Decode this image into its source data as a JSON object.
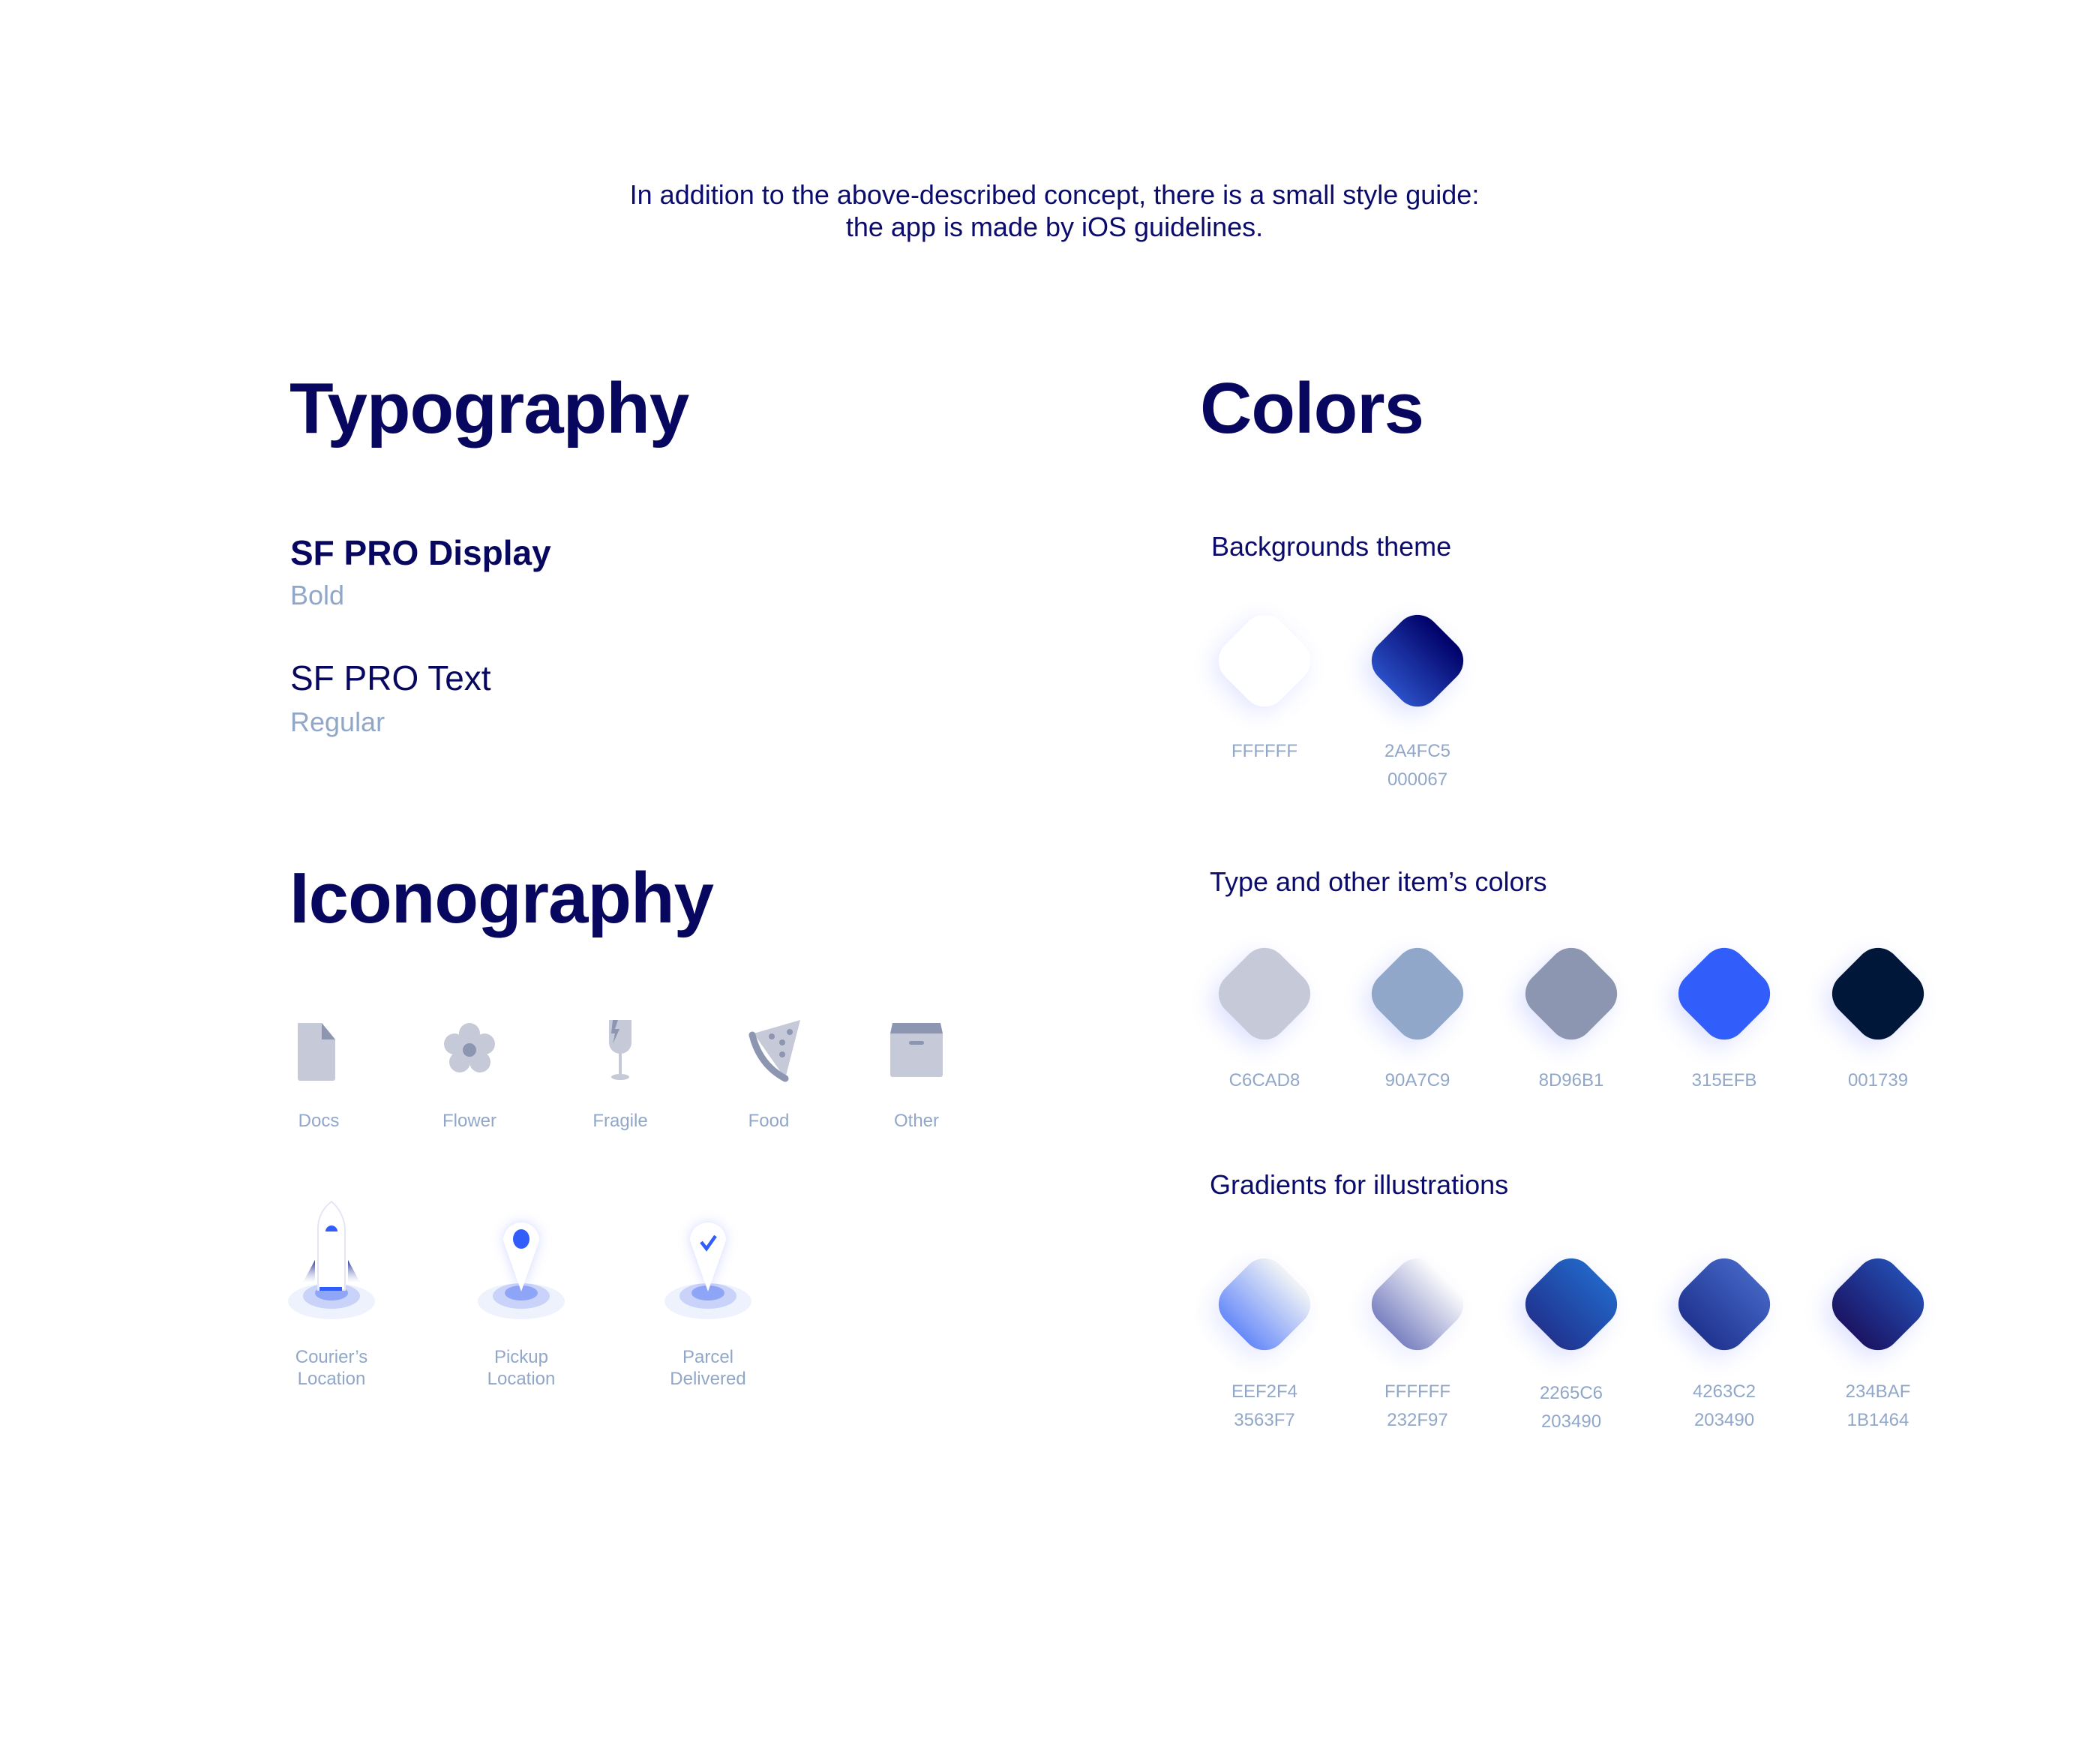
{
  "intro": {
    "line1": "In addition to the above-described concept, there is a small style guide:",
    "line2": "the app is made by iOS guidelines."
  },
  "typography": {
    "title": "Typography",
    "fonts": [
      {
        "name": "SF PRO Display",
        "weight": "Bold"
      },
      {
        "name": "SF PRO Text",
        "weight": "Regular"
      }
    ]
  },
  "iconography": {
    "title": "Iconography",
    "categories": [
      {
        "label": "Docs",
        "icon": "document-icon"
      },
      {
        "label": "Flower",
        "icon": "flower-icon"
      },
      {
        "label": "Fragile",
        "icon": "broken-glass-icon"
      },
      {
        "label": "Food",
        "icon": "pizza-icon"
      },
      {
        "label": "Other",
        "icon": "box-icon"
      }
    ],
    "map_markers": [
      {
        "line1": "Courier’s",
        "line2": "Location",
        "icon": "rocket-icon"
      },
      {
        "line1": "Pickup",
        "line2": "Location",
        "icon": "pin-dot-icon"
      },
      {
        "line1": "Parcel",
        "line2": "Delivered",
        "icon": "pin-check-icon"
      }
    ]
  },
  "colors": {
    "title": "Colors",
    "backgrounds": {
      "heading": "Backgrounds theme",
      "swatches": [
        {
          "codes": [
            "FFFFFF"
          ],
          "colors": [
            "#FFFFFF"
          ]
        },
        {
          "codes": [
            "2A4FC5",
            "000067"
          ],
          "colors": [
            "#2A4FC5",
            "#000067"
          ]
        }
      ]
    },
    "types": {
      "heading": "Type and other item’s colors",
      "swatches": [
        {
          "codes": [
            "C6CAD8"
          ],
          "colors": [
            "#C6CAD8"
          ]
        },
        {
          "codes": [
            "90A7C9"
          ],
          "colors": [
            "#90A7C9"
          ]
        },
        {
          "codes": [
            "8D96B1"
          ],
          "colors": [
            "#8D96B1"
          ]
        },
        {
          "codes": [
            "315EFB"
          ],
          "colors": [
            "#315EFB"
          ]
        },
        {
          "codes": [
            "001739"
          ],
          "colors": [
            "#001739"
          ]
        }
      ]
    },
    "gradients": {
      "heading": "Gradients for illustrations",
      "swatches": [
        {
          "codes": [
            "EEF2F4",
            "3563F7"
          ],
          "colors": [
            "#EEF2F4",
            "#3563F7"
          ]
        },
        {
          "codes": [
            "FFFFFF",
            "232F97"
          ],
          "colors": [
            "#FFFFFF",
            "#232F97"
          ]
        },
        {
          "codes": [
            "2265C6",
            "203490"
          ],
          "colors": [
            "#2265C6",
            "#203490"
          ]
        },
        {
          "codes": [
            "4263C2",
            "203490"
          ],
          "colors": [
            "#4263C2",
            "#203490"
          ]
        },
        {
          "codes": [
            "234BAF",
            "1B1464"
          ],
          "colors": [
            "#234BAF",
            "#1B1464"
          ]
        }
      ]
    }
  }
}
